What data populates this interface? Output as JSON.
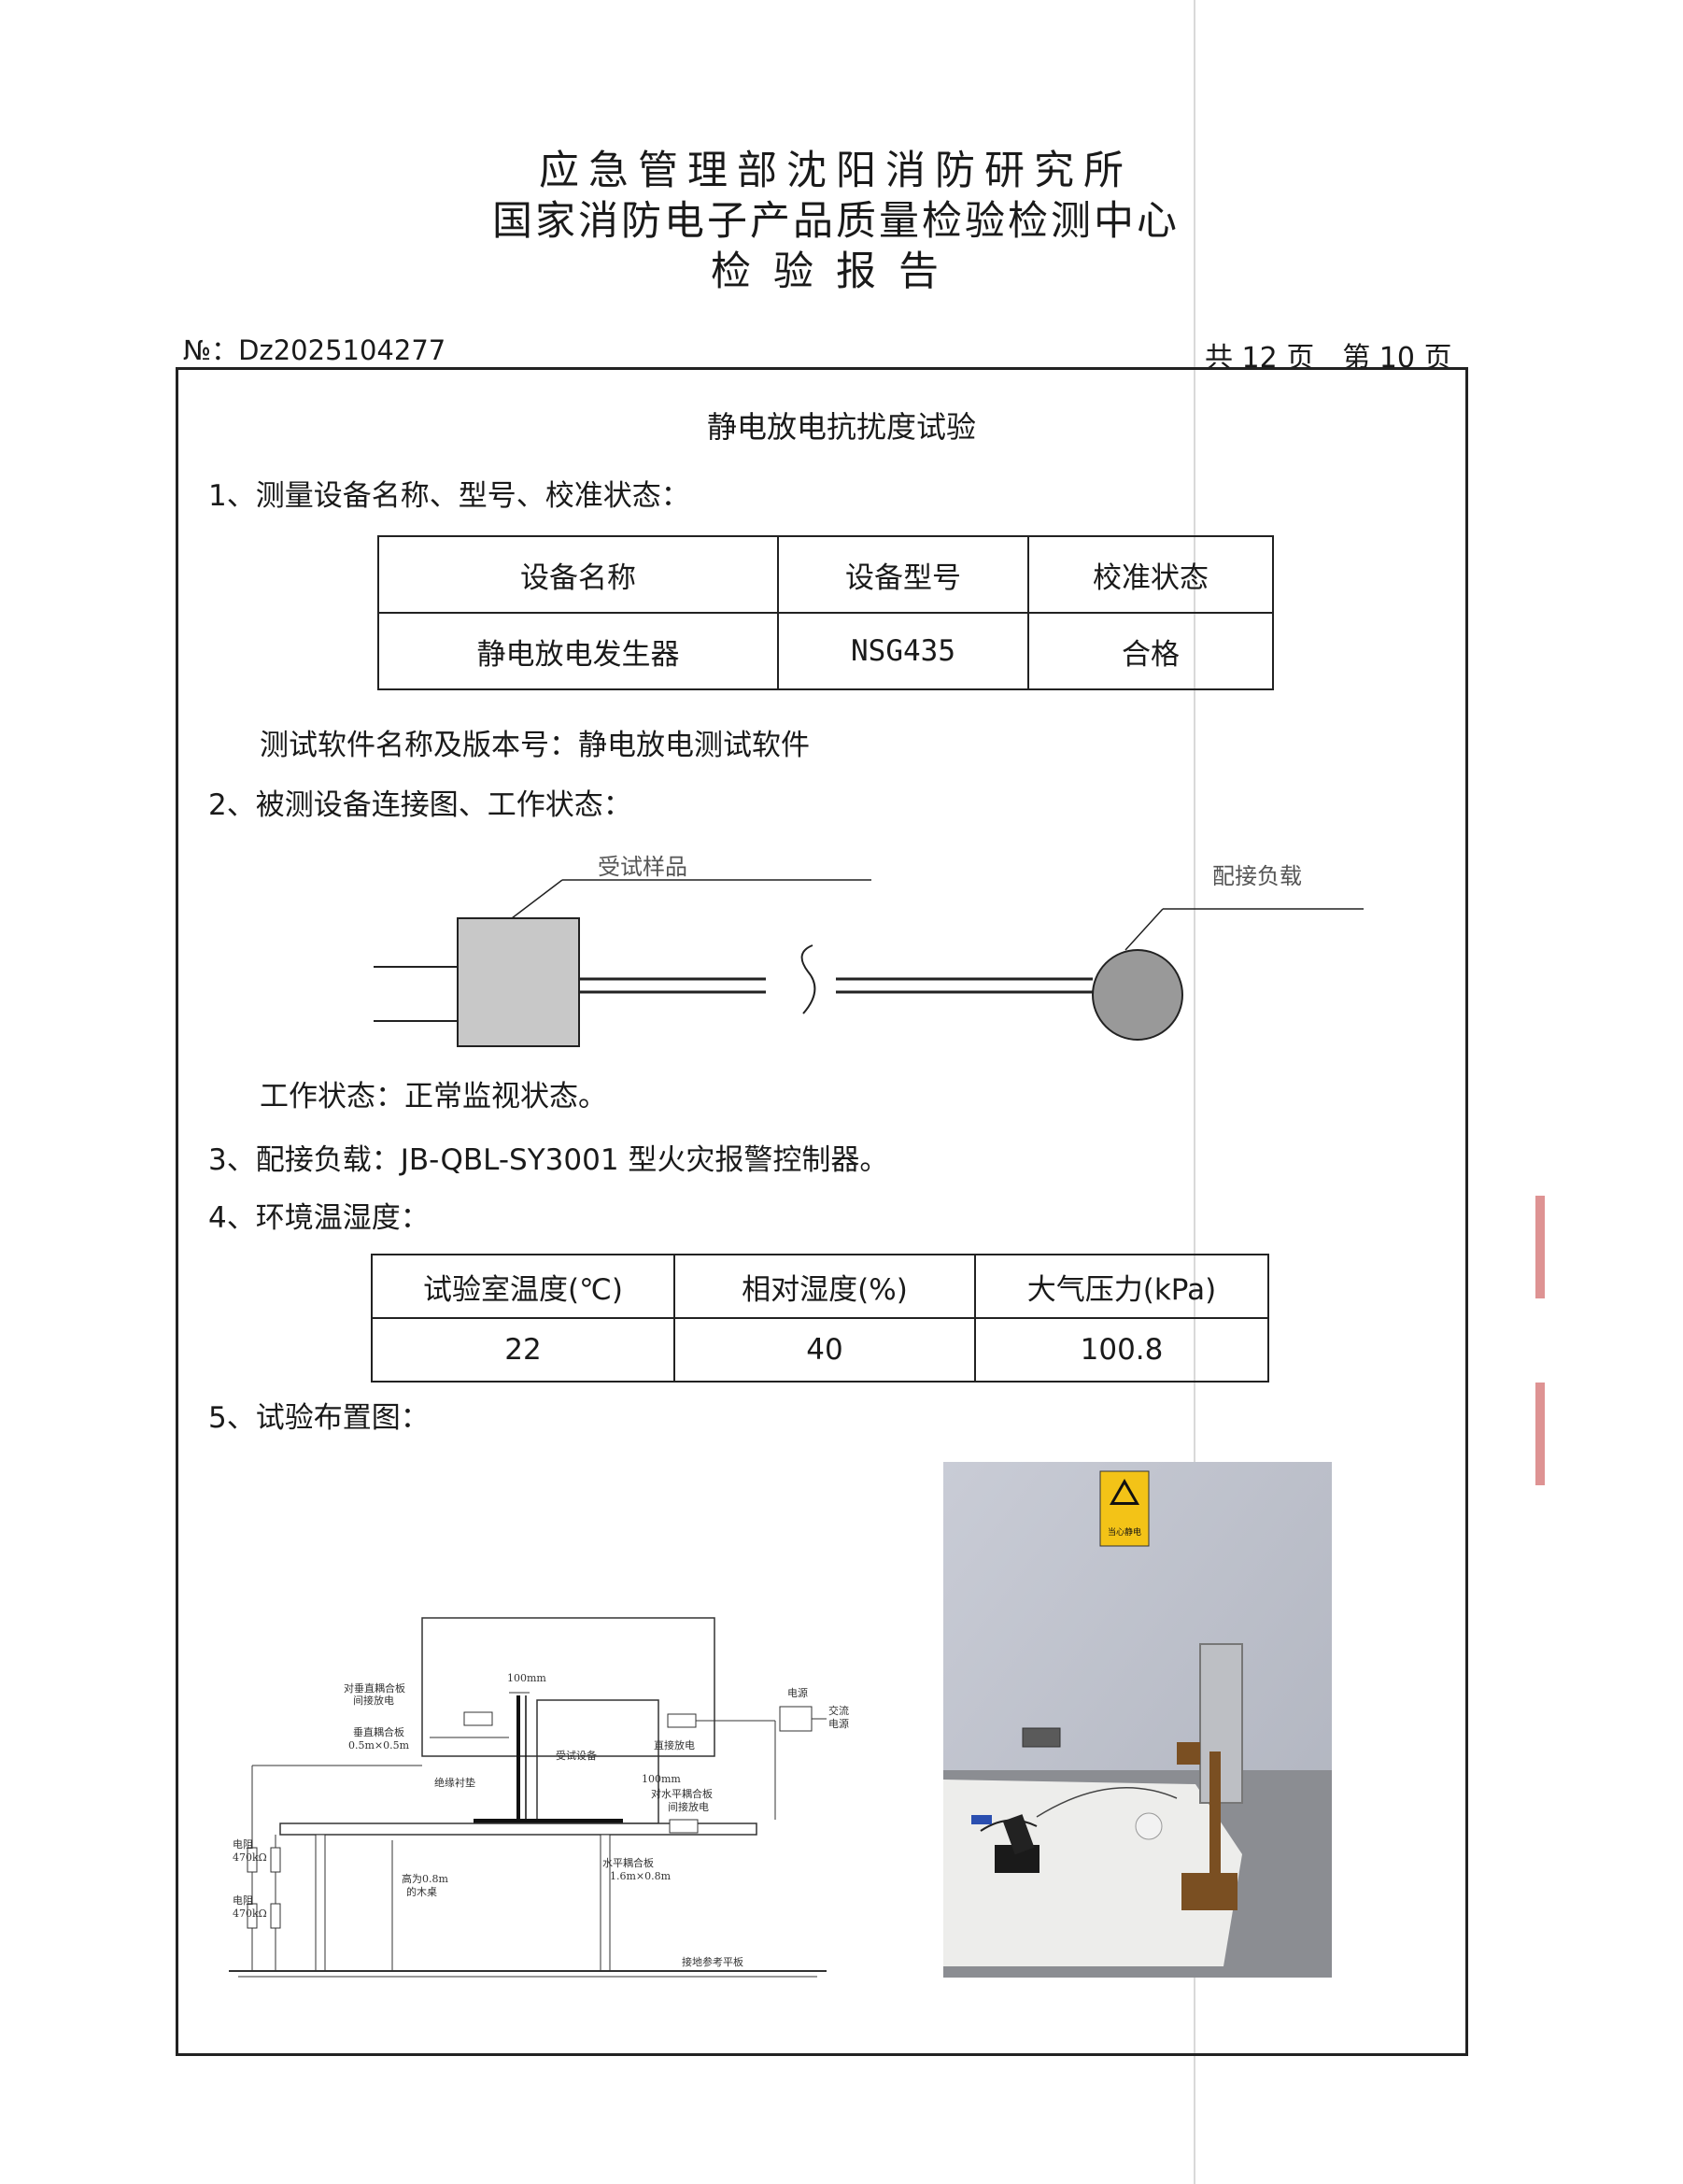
{
  "header": {
    "org_line1": "应急管理部沈阳消防研究所",
    "org_line2": "国家消防电子产品质量检验检测中心",
    "doc_title": "检验报告"
  },
  "meta": {
    "report_no": "№：Dz2025104277",
    "page_info": "共 12 页　第 10 页"
  },
  "test": {
    "title": "静电放电抗扰度试验",
    "sec1": "1、测量设备名称、型号、校准状态：",
    "equip_table": {
      "headers": [
        "设备名称",
        "设备型号",
        "校准状态"
      ],
      "row": [
        "静电放电发生器",
        "NSG435",
        "合格"
      ]
    },
    "software": "测试软件名称及版本号：静电放电测试软件",
    "sec2": "2、被测设备连接图、工作状态：",
    "conn_diagram": {
      "sample_label": "受试样品",
      "load_label": "配接负载"
    },
    "work_state": "工作状态：正常监视状态。",
    "sec3": "3、配接负载：JB-QBL-SY3001 型火灾报警控制器。",
    "sec4": "4、环境温湿度：",
    "env_table": {
      "headers": [
        "试验室温度(℃)",
        "相对湿度(%)",
        "大气压力(kPa)"
      ],
      "row": [
        "22",
        "40",
        "100.8"
      ]
    },
    "sec5": "5、试验布置图：",
    "layout": {
      "dim_top": "100mm",
      "vcp_label_1": "对垂直耦合板",
      "vcp_label_2": "间接放电",
      "vcp_size_1": "垂直耦合板",
      "vcp_size_2": "0.5m×0.5m",
      "eut": "受试设备",
      "direct": "直接放电",
      "power": "电源",
      "ac_1": "交流",
      "ac_2": "电源",
      "insulation": "绝缘衬垫",
      "dim_side": "100mm",
      "hcp_label_1": "对水平耦合板",
      "hcp_label_2": "间接放电",
      "res1_1": "电阻",
      "res1_2": "470kΩ",
      "res2_1": "电阻",
      "res2_2": "470kΩ",
      "height_1": "高为0.8m",
      "height_2": "的木桌",
      "hcp_size_1": "水平耦合板",
      "hcp_size_2": "1.6m×0.8m",
      "ground": "接地参考平板"
    },
    "photo": {
      "sign_text": "当心静电"
    }
  }
}
